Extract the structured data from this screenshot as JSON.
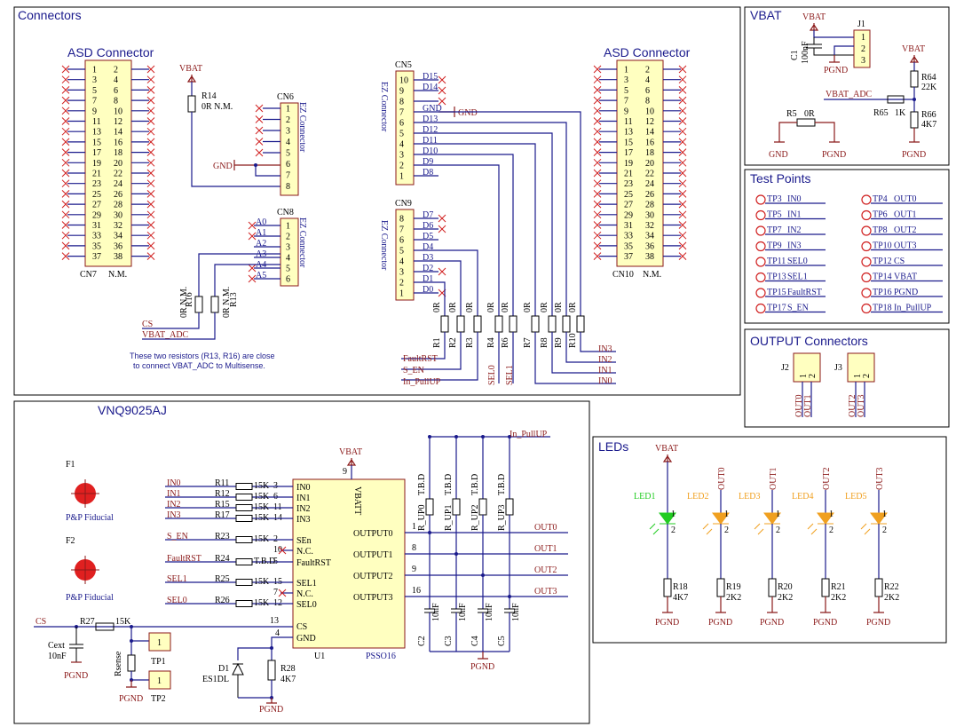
{
  "sections": {
    "connectors": "Connectors",
    "vbat": "VBAT",
    "test_points": "Test Points",
    "output_connectors": "OUTPUT Connectors",
    "vnq": "VNQ9025AJ",
    "leds": "LEDs"
  },
  "asd_left": {
    "title": "ASD Connector",
    "ref": "CN7",
    "nm": "N.M.",
    "pins": [
      "1",
      "2",
      "3",
      "4",
      "5",
      "6",
      "7",
      "8",
      "9",
      "10",
      "11",
      "12",
      "13",
      "14",
      "15",
      "16",
      "17",
      "18",
      "19",
      "20",
      "21",
      "22",
      "23",
      "24",
      "25",
      "26",
      "27",
      "28",
      "29",
      "30",
      "31",
      "32",
      "33",
      "34",
      "35",
      "36",
      "37",
      "38"
    ]
  },
  "asd_right": {
    "title": "ASD Connector",
    "ref": "CN10",
    "nm": "N.M."
  },
  "cn6": {
    "ref": "CN6",
    "label": "EZ Connector",
    "gnd": "GND"
  },
  "cn8": {
    "ref": "CN8",
    "label": "EZ Connector",
    "pins": [
      "A0",
      "A1",
      "A2",
      "A3",
      "A4",
      "A5"
    ]
  },
  "cn5": {
    "ref": "CN5",
    "label": "EZ Connector",
    "pins": [
      "D15",
      "D14",
      "",
      "GND",
      "D13",
      "D12",
      "D11",
      "D10",
      "D9",
      "D8"
    ]
  },
  "cn9": {
    "ref": "CN9",
    "label": "EZ Connector",
    "pins": [
      "D7",
      "D6",
      "D5",
      "D4",
      "D3",
      "D2",
      "D1",
      "D0"
    ]
  },
  "r14": {
    "net": "VBAT",
    "ref": "R14",
    "value": "0R N.M."
  },
  "r16": {
    "ref": "R16",
    "value": "0R N.M."
  },
  "r13": {
    "ref": "R13",
    "value": "0R N.M."
  },
  "nets_left": {
    "cs": "CS",
    "vbat_adc": "VBAT_ADC"
  },
  "note": {
    "line1": "These two resistors (R13, R16) are close",
    "line2": "to connect VBAT_ADC to Multisense."
  },
  "res_bank": {
    "refs": [
      "R1",
      "R2",
      "R3",
      "R4",
      "R6",
      "R7",
      "R8",
      "R9",
      "R10"
    ],
    "value": "0R"
  },
  "nets_bottom": {
    "faultrst": "FaultRST",
    "s_en": "S_EN",
    "in_pullup": "In_PullUP",
    "sel0": "SEL0",
    "sel1": "SEL1",
    "in3": "IN3",
    "in2": "IN2",
    "in1": "IN1",
    "in0": "IN0"
  },
  "vbat_box": {
    "vbat1": "VBAT",
    "c1": "C1",
    "c1v": "100nF",
    "j1": "J1",
    "pgnd": "PGND",
    "vbat2": "VBAT",
    "r64": "R64",
    "r64v": "22K",
    "vbat_adc": "VBAT_ADC",
    "r65": "R65",
    "r65v": "1K",
    "r66": "R66",
    "r66v": "4K7",
    "r5": "R5",
    "r5v": "0R",
    "gnd": "GND",
    "pins": [
      "1",
      "2",
      "3"
    ]
  },
  "tps": {
    "left": [
      [
        "TP3",
        "IN0"
      ],
      [
        "TP5",
        "IN1"
      ],
      [
        "TP7",
        "IN2"
      ],
      [
        "TP9",
        "IN3"
      ],
      [
        "TP11",
        "SEL0"
      ],
      [
        "TP13",
        "SEL1"
      ],
      [
        "TP15",
        "FaultRST"
      ],
      [
        "TP17",
        "S_EN"
      ]
    ],
    "right": [
      [
        "TP4",
        "OUT0"
      ],
      [
        "TP6",
        "OUT1"
      ],
      [
        "TP8",
        "OUT2"
      ],
      [
        "TP10",
        "OUT3"
      ],
      [
        "TP12",
        "CS"
      ],
      [
        "TP14",
        "VBAT"
      ],
      [
        "TP16",
        "PGND"
      ],
      [
        "TP18",
        "In_PullUP"
      ]
    ]
  },
  "outconn": {
    "j2": "J2",
    "j3": "J3",
    "nets": [
      "OUT0",
      "OUT1",
      "OUT2",
      "OUT3"
    ]
  },
  "vnq": {
    "fid1": "F1",
    "fid2": "F2",
    "fid_label": "P&P Fiducial",
    "inputs": [
      {
        "net": "IN0",
        "ref": "R11",
        "val": "15K",
        "pin": "3",
        "name": "IN0"
      },
      {
        "net": "IN1",
        "ref": "R12",
        "val": "15K",
        "pin": "6",
        "name": "IN1"
      },
      {
        "net": "IN2",
        "ref": "R15",
        "val": "15K",
        "pin": "11",
        "name": "IN2"
      },
      {
        "net": "IN3",
        "ref": "R17",
        "val": "15K",
        "pin": "14",
        "name": "IN3"
      },
      {
        "net": "S_EN",
        "ref": "R23",
        "val": "15K",
        "pin": "2",
        "name": "SEn"
      },
      {
        "net": "",
        "ref": "",
        "val": "",
        "pin": "10",
        "name": "N.C."
      },
      {
        "net": "FaultRST",
        "ref": "R24",
        "val": "T.B.D",
        "pin": "5",
        "name": "FaultRST"
      },
      {
        "net": "SEL1",
        "ref": "R25",
        "val": "15K",
        "pin": "15",
        "name": "SEL1"
      },
      {
        "net": "",
        "ref": "",
        "val": "",
        "pin": "7",
        "name": "N.C."
      },
      {
        "net": "SEL0",
        "ref": "R26",
        "val": "15K",
        "pin": "12",
        "name": "SEL0"
      }
    ],
    "cs": "CS",
    "cs_pin": "13",
    "gnd_name": "GND",
    "gnd_pin": "4",
    "cs_name": "CS",
    "vbat": "VBAT",
    "vbat_pin": "9",
    "vbatt": "VBATT",
    "u1": "U1",
    "pkg": "PSSO16",
    "outputs": [
      {
        "name": "OUTPUT0",
        "pin": "1",
        "net": "OUT0"
      },
      {
        "name": "OUTPUT1",
        "pin": "8",
        "net": "OUT1"
      },
      {
        "name": "OUTPUT2",
        "pin": "9",
        "net": "OUT2"
      },
      {
        "name": "OUTPUT3",
        "pin": "16",
        "net": "OUT3"
      }
    ],
    "pullups": [
      "R_UP0",
      "R_UP1",
      "R_UP2",
      "R_UP3"
    ],
    "pullup_val": "T.B.D",
    "in_pullup": "In_PullUP",
    "caps": [
      [
        "C2",
        "10nF"
      ],
      [
        "C3",
        "10nF"
      ],
      [
        "C4",
        "10nF"
      ],
      [
        "C5",
        "10nF"
      ]
    ],
    "pgnd": "PGND",
    "r27": "R27",
    "r27v": "15K",
    "cext": "Cext",
    "cextv": "10nF",
    "rsense": "Rsense",
    "tp1": "TP1",
    "tp2": "TP2",
    "one": "1",
    "d1": "D1",
    "d1v": "ES1DL",
    "r28": "R28",
    "r28v": "4K7"
  },
  "leds": {
    "vbat": "VBAT",
    "items": [
      {
        "led": "LED1",
        "net": "",
        "r": "R18",
        "rv": "4K7",
        "color": "#22cc22"
      },
      {
        "led": "LED2",
        "net": "OUT0",
        "r": "R19",
        "rv": "2K2",
        "color": "#f0a020"
      },
      {
        "led": "LED3",
        "net": "OUT1",
        "r": "R20",
        "rv": "2K2",
        "color": "#f0a020"
      },
      {
        "led": "LED4",
        "net": "OUT2",
        "r": "R21",
        "rv": "2K2",
        "color": "#f0a020"
      },
      {
        "led": "LED5",
        "net": "OUT3",
        "r": "R22",
        "rv": "2K2",
        "color": "#f0a020"
      }
    ],
    "pgnd": "PGND"
  }
}
